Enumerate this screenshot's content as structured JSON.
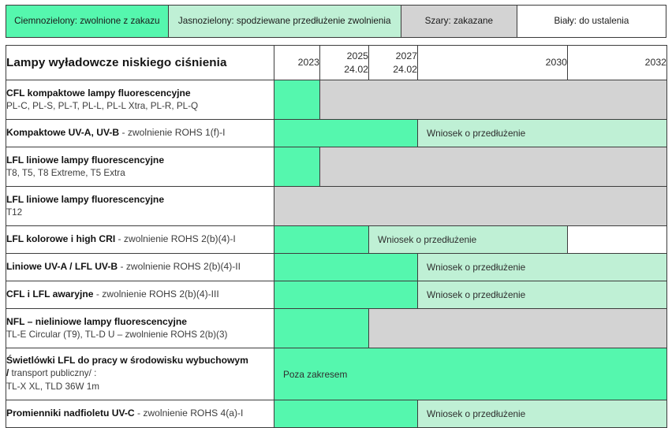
{
  "legend": {
    "items": [
      {
        "label": "Ciemnozielony: zwolnione z zakazu",
        "color": "#55F7AE"
      },
      {
        "label": "Jasnozielony: spodziewane przedłużenie zwolnienia",
        "color": "#BFF0D5"
      },
      {
        "label": "Szary: zakazane",
        "color": "#D3D3D3"
      },
      {
        "label": "Biały: do ustalenia",
        "color": "#FFFFFF"
      }
    ]
  },
  "table": {
    "title": "Lampy wyładowcze  niskiego ciśnienia",
    "columns": [
      {
        "year": "2023",
        "sub": ""
      },
      {
        "year": "2025",
        "sub": "24.02"
      },
      {
        "year": "2027",
        "sub": "24.02"
      },
      {
        "year": "2030",
        "sub": ""
      },
      {
        "year": "2032",
        "sub": ""
      }
    ],
    "rows": [
      {
        "line1": "CFL kompaktowe lampy fluorescencyjne",
        "line1_suffix": "",
        "line2": "PL-C, PL-S, PL-T, PL-L, PL-L Xtra, PL-R, PL-Q",
        "line3": "",
        "cells": [
          {
            "fill": "dark",
            "span": 1,
            "text": ""
          },
          {
            "fill": "grey",
            "span": 4,
            "text": ""
          }
        ]
      },
      {
        "line1": "Kompaktowe UV-A, UV-B ",
        "line1_suffix": "- zwolnienie ROHS 1(f)-I",
        "line2": "",
        "line3": "",
        "cells": [
          {
            "fill": "dark",
            "span": 3,
            "text": ""
          },
          {
            "fill": "light",
            "span": 2,
            "text": "Wniosek o przedłużenie"
          }
        ]
      },
      {
        "line1": "LFL liniowe lampy fluorescencyjne",
        "line1_suffix": "",
        "line2": "T8, T5, T8 Extreme, T5 Extra",
        "line3": "",
        "cells": [
          {
            "fill": "dark",
            "span": 1,
            "text": ""
          },
          {
            "fill": "grey",
            "span": 4,
            "text": ""
          }
        ]
      },
      {
        "line1": "LFL liniowe lampy fluorescencyjne",
        "line1_suffix": "",
        "line2": "T12",
        "line3": "",
        "cells": [
          {
            "fill": "grey",
            "span": 5,
            "text": ""
          }
        ]
      },
      {
        "line1": "LFL kolorowe i high CRI ",
        "line1_suffix": "- zwolnienie ROHS 2(b)(4)-I",
        "line2": "",
        "line3": "",
        "cells": [
          {
            "fill": "dark",
            "span": 2,
            "text": ""
          },
          {
            "fill": "light",
            "span": 2,
            "text": "Wniosek o przedłużenie"
          },
          {
            "fill": "white",
            "span": 1,
            "text": ""
          }
        ]
      },
      {
        "line1": "Liniowe UV-A / LFL UV-B ",
        "line1_suffix": "- zwolnienie ROHS 2(b)(4)-II",
        "line2": "",
        "line3": "",
        "cells": [
          {
            "fill": "dark",
            "span": 3,
            "text": ""
          },
          {
            "fill": "light",
            "span": 2,
            "text": "Wniosek o przedłużenie"
          }
        ]
      },
      {
        "line1": "CFL i LFL awaryjne ",
        "line1_suffix": "- zwolnienie ROHS 2(b)(4)-III",
        "line2": "",
        "line3": "",
        "cells": [
          {
            "fill": "dark",
            "span": 3,
            "text": ""
          },
          {
            "fill": "light",
            "span": 2,
            "text": "Wniosek o przedłużenie"
          }
        ]
      },
      {
        "line1": "NFL – nieliniowe lampy fluorescencyjne",
        "line1_suffix": "",
        "line2": "TL-E Circular (T9), TL-D U – zwolnienie ROHS 2(b)(3)",
        "line3": "",
        "cells": [
          {
            "fill": "dark",
            "span": 2,
            "text": ""
          },
          {
            "fill": "grey",
            "span": 3,
            "text": ""
          }
        ]
      },
      {
        "line1": "Świetlówki LFL do pracy w środowisku wybuchowym",
        "line1_suffix": "",
        "line2_bold": "/",
        "line2": " transport publiczny/ :",
        "line3": "TL-X XL, TLD 36W 1m",
        "cells": [
          {
            "fill": "dark",
            "span": 5,
            "text": "Poza zakresem"
          }
        ]
      },
      {
        "line1": "Promienniki nadfioletu UV-C ",
        "line1_suffix": "- zwolnienie ROHS 4(a)-I",
        "line2": "",
        "line3": "",
        "cells": [
          {
            "fill": "dark",
            "span": 3,
            "text": ""
          },
          {
            "fill": "light",
            "span": 2,
            "text": "Wniosek o przedłużenie"
          }
        ]
      }
    ]
  }
}
